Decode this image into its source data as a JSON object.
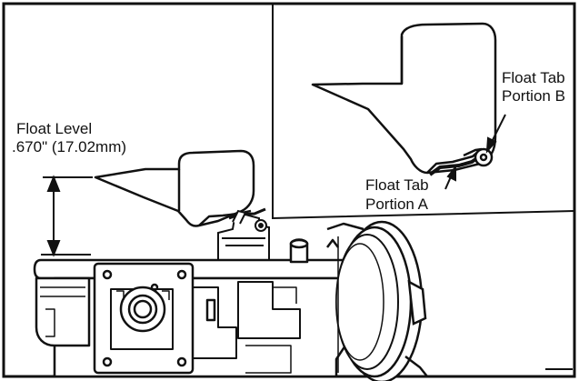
{
  "diagram": {
    "subject": "carburetor float level adjustment",
    "labels": {
      "float_level_line1": "Float Level",
      "float_level_line2": ".670\" (17.02mm)",
      "tab_b_line1": "Float Tab",
      "tab_b_line2": "Portion B",
      "tab_a_line1": "Float Tab",
      "tab_a_line2": "Portion A"
    },
    "colors": {
      "ink": "#111111",
      "paper": "#ffffff"
    }
  }
}
